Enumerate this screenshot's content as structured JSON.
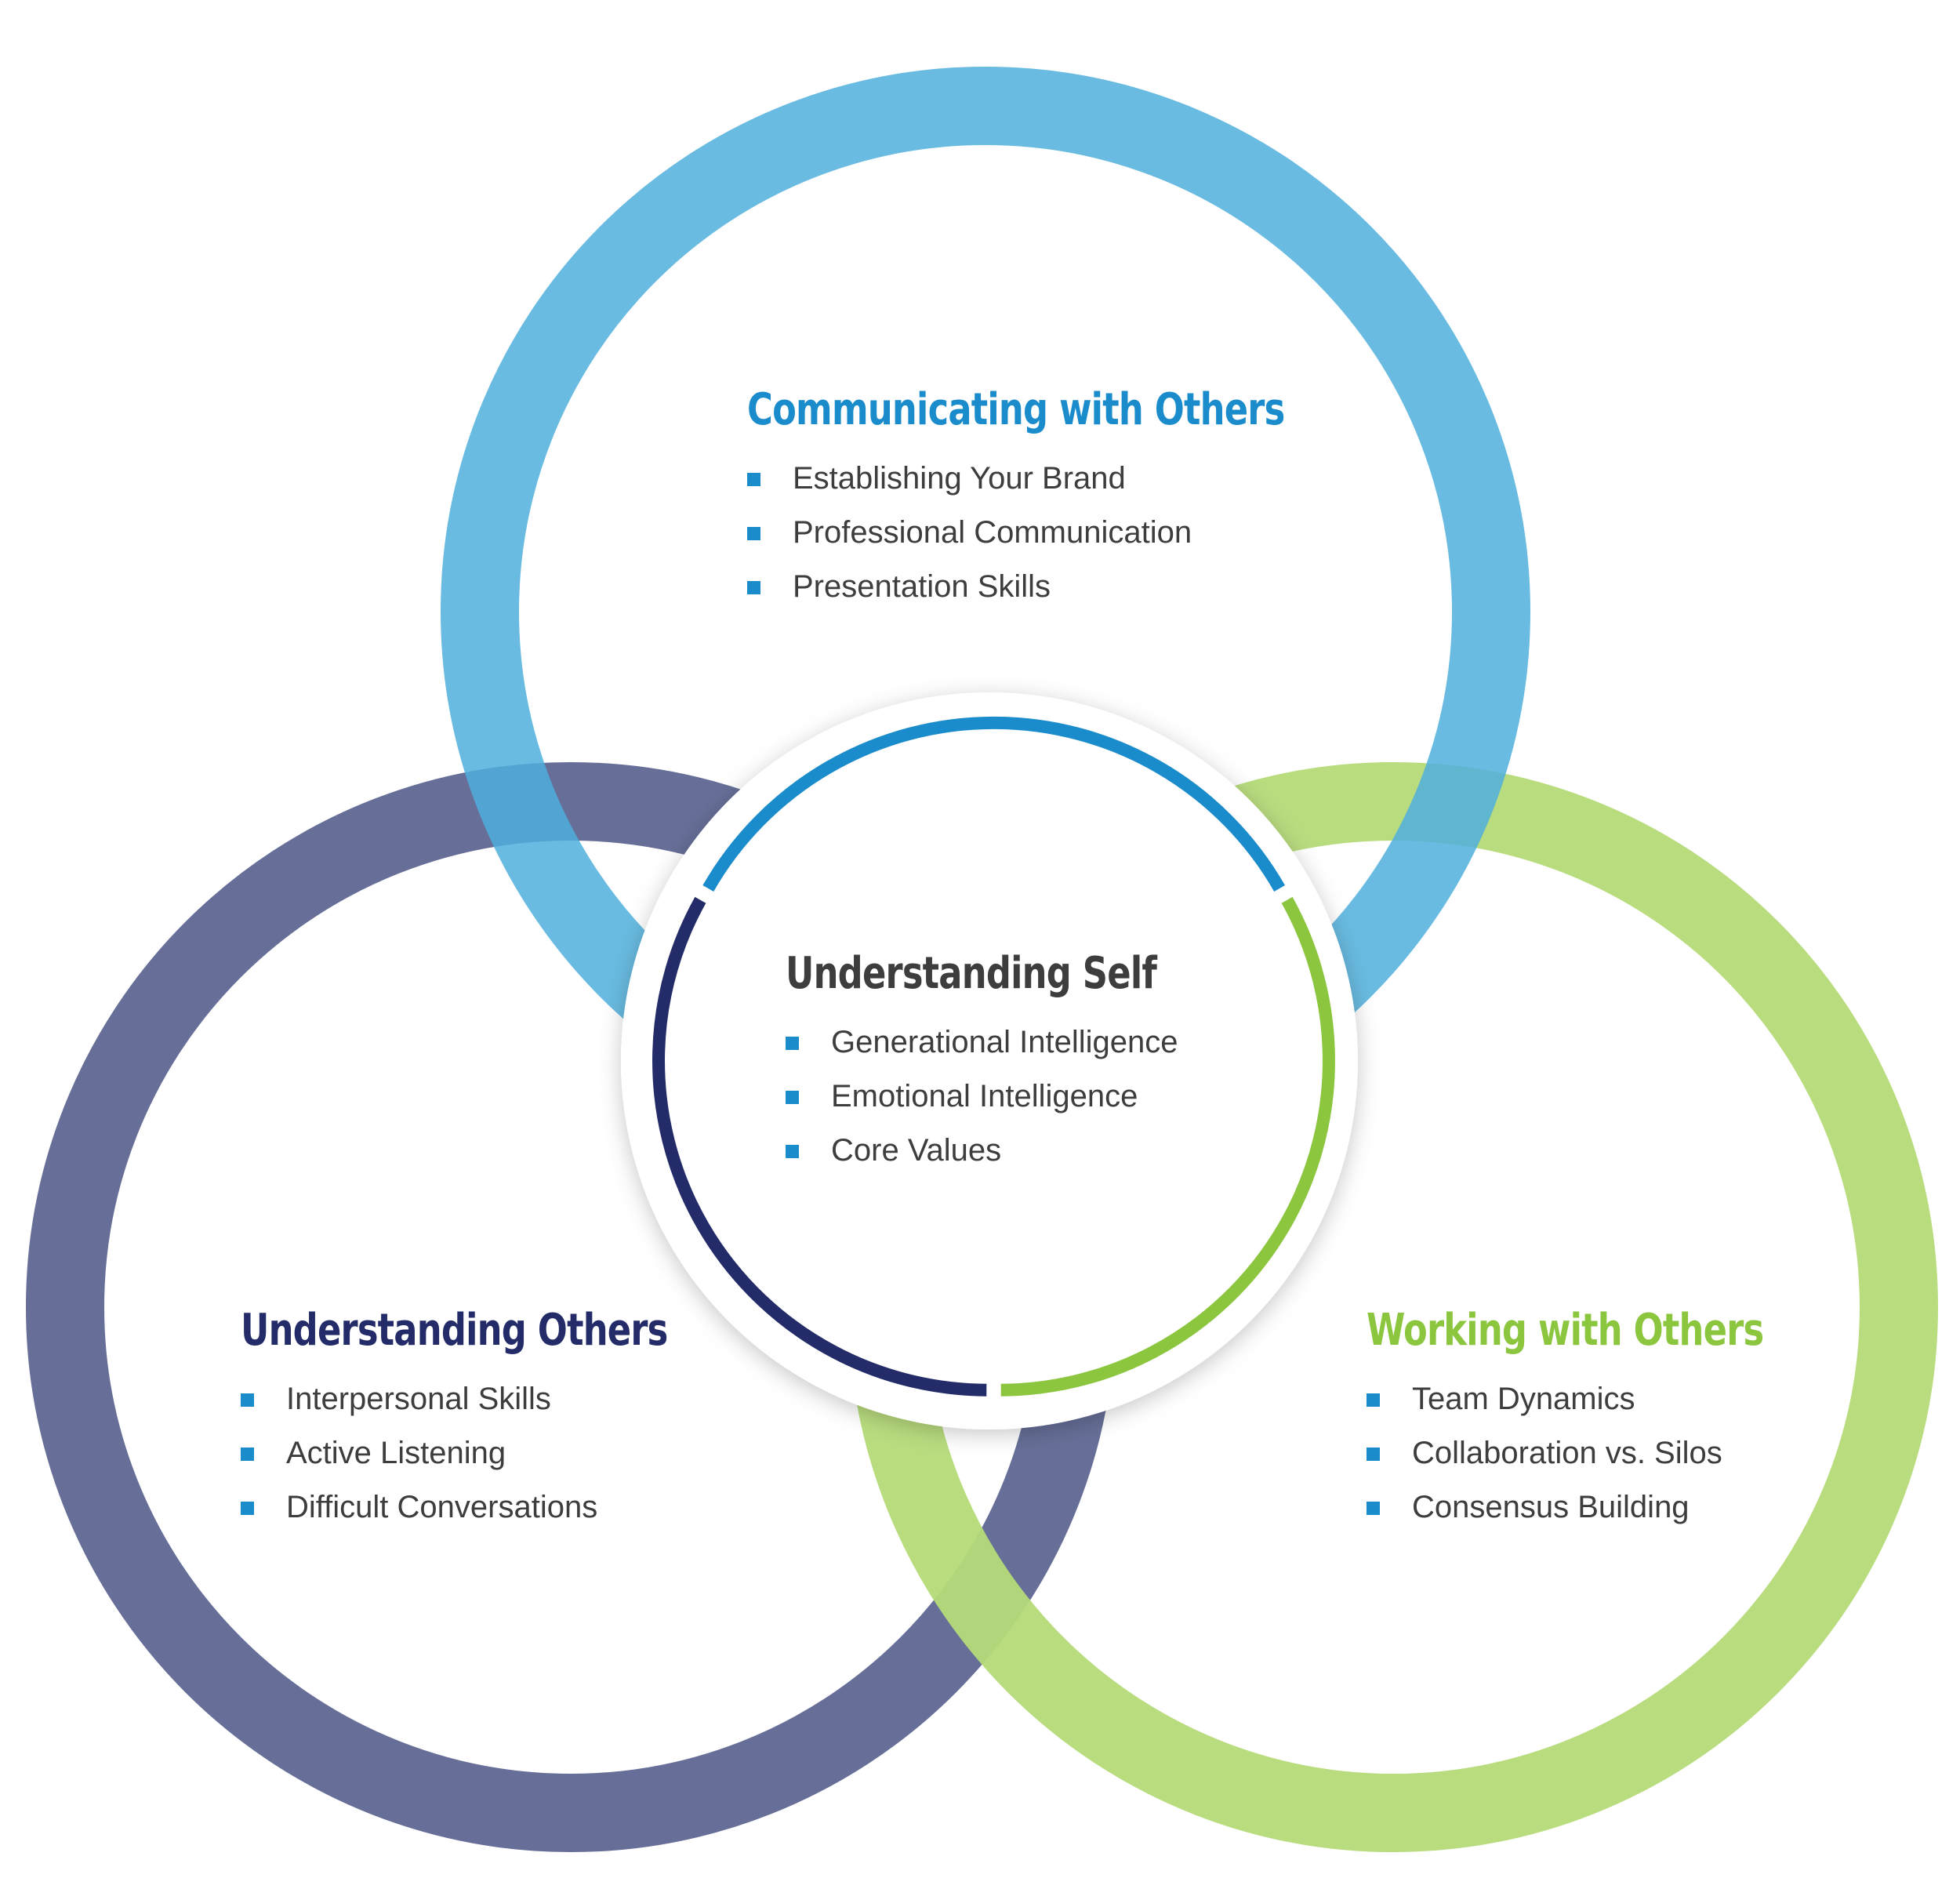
{
  "colors": {
    "communicating": "#4fafdc",
    "understanding_others": "#676f98",
    "working": "#b5da78",
    "self_blue": "#1b8ccb",
    "self_navy": "#232c68",
    "self_green": "#8cc63f",
    "heading_blue": "#1b8ccb",
    "heading_navy": "#232c68",
    "heading_green": "#8cc63f",
    "heading_dark": "#3d3d3d",
    "bullet": "#1b8ccb"
  },
  "circles": {
    "communicating": {
      "title": "Communicating with Others",
      "items": [
        "Establishing Your Brand",
        "Professional Communication",
        "Presentation Skills"
      ]
    },
    "understanding_others": {
      "title": "Understanding Others",
      "items": [
        "Interpersonal Skills",
        "Active Listening",
        "Difficult Conversations"
      ]
    },
    "working": {
      "title": "Working with Others",
      "items": [
        "Team Dynamics",
        "Collaboration vs. Silos",
        "Consensus Building"
      ]
    },
    "self": {
      "title": "Understanding Self",
      "items": [
        "Generational Intelligence",
        "Emotional Intelligence",
        "Core Values"
      ]
    }
  }
}
